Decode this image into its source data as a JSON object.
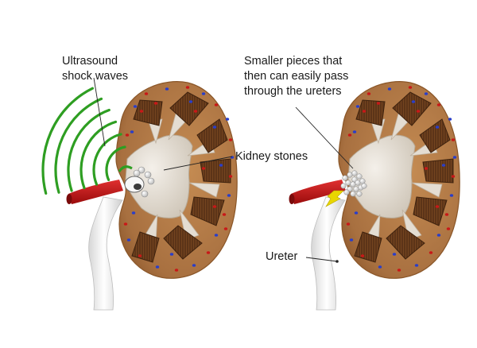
{
  "labels": {
    "shock_waves": [
      "Ultrasound",
      "shock waves"
    ],
    "kidney_stones": "Kidney stones",
    "smaller_pieces": [
      "Smaller pieces that",
      "then can easily pass",
      "through the ureters"
    ],
    "ureter": "Ureter"
  },
  "colors": {
    "cortex": "#b07a45",
    "cortex_edge": "#8a5628",
    "pyramid": "#5c3418",
    "pyramid_stripe": "#7a4a24",
    "pelvis": "#e8e2d8",
    "ureter": "#e6e6e6",
    "artery": "#c81414",
    "shock_wave": "#2e9e22",
    "arrow": "#e9d600",
    "vessel_red": "#c81818",
    "vessel_blue": "#2a3ec8"
  },
  "icons": [
    "shock-wave-arcs",
    "kidney-stone-cluster",
    "yellow-arrow"
  ]
}
